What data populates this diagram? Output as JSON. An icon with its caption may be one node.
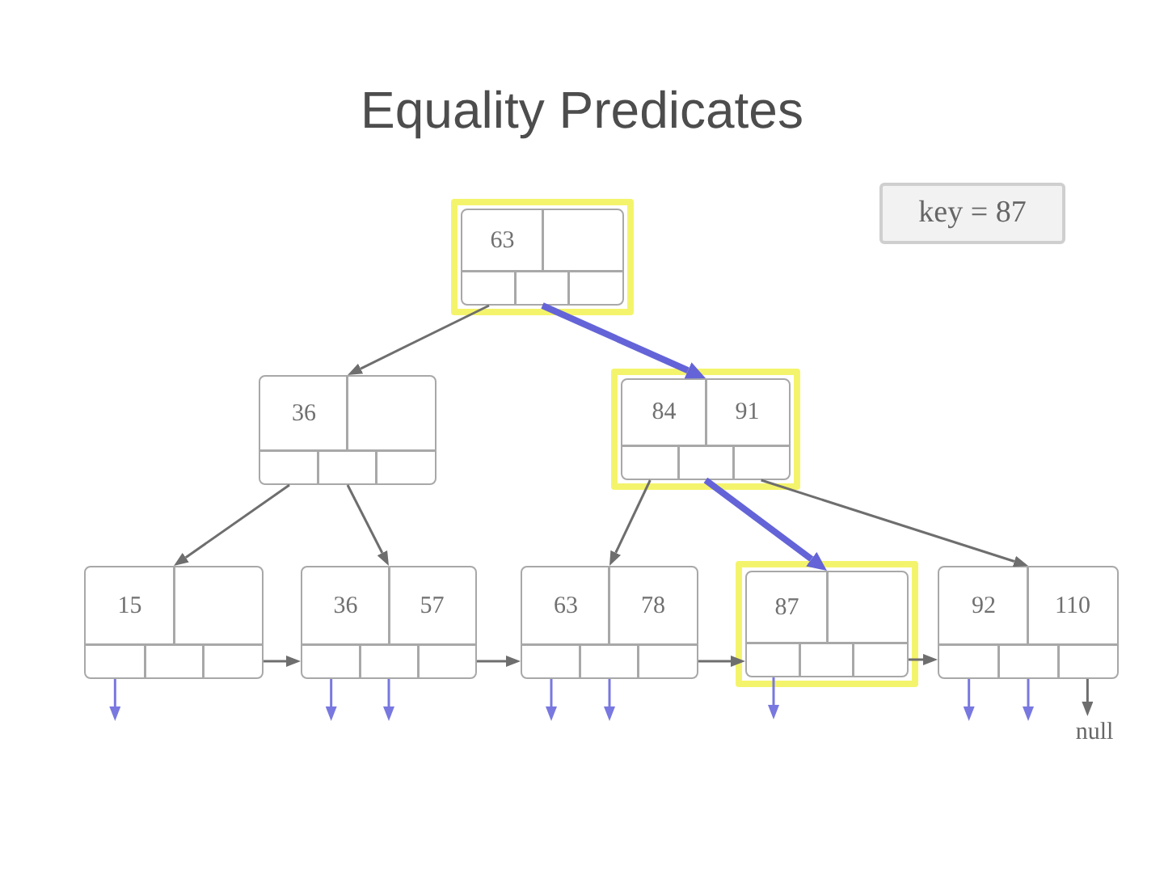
{
  "diagram": {
    "title": "Equality Predicates",
    "nodes": [
      {
        "text": [],
        "shape": "box"
      },
      {
        "text": [
          "63"
        ],
        "in": 0
      },
      {
        "text": [
          "key = 87"
        ]
      },
      {
        "text": [
          "36"
        ]
      },
      {
        "text": [],
        "shape": "box"
      },
      {
        "text": [
          "84",
          "91"
        ],
        "in": 4
      },
      {
        "text": [
          "15"
        ]
      },
      {
        "text": [
          "36",
          "57"
        ]
      },
      {
        "text": [
          "63",
          "78"
        ]
      },
      {
        "text": [],
        "shape": "box"
      },
      {
        "text": [
          "87"
        ],
        "in": 9
      },
      {
        "text": [
          "92",
          "110"
        ]
      },
      {
        "text": [
          "null"
        ]
      }
    ],
    "edges": [
      {
        "from": 1,
        "to": 3,
        "arrow": "to"
      },
      {
        "from": 1,
        "to": 5,
        "arrow": "to",
        "style": "thick",
        "color": "#6464d8"
      },
      {
        "from": 3,
        "to": 6,
        "arrow": "to"
      },
      {
        "from": 3,
        "to": 7,
        "arrow": "to"
      },
      {
        "from": 5,
        "to": 8,
        "arrow": "to"
      },
      {
        "from": 5,
        "to": 10,
        "arrow": "to",
        "style": "thick",
        "color": "#6464d8"
      },
      {
        "from": 5,
        "to": 11,
        "arrow": "to"
      },
      {
        "from": 6,
        "to": 7,
        "arrow": "to"
      },
      {
        "from": 7,
        "to": 8,
        "arrow": "to"
      },
      {
        "from": 8,
        "to": 10,
        "arrow": "to"
      },
      {
        "from": 10,
        "to": 11,
        "arrow": "to"
      },
      {
        "from": 6,
        "to": null,
        "arrow": "to",
        "color": "#7878e0"
      },
      {
        "from": 7,
        "to": null,
        "arrow": "to",
        "color": "#7878e0"
      },
      {
        "from": 7,
        "to": null,
        "arrow": "to",
        "color": "#7878e0"
      },
      {
        "from": 8,
        "to": null,
        "arrow": "to",
        "color": "#7878e0"
      },
      {
        "from": 8,
        "to": null,
        "arrow": "to",
        "color": "#7878e0"
      },
      {
        "from": 10,
        "to": null,
        "arrow": "to",
        "color": "#7878e0"
      },
      {
        "from": 11,
        "to": null,
        "arrow": "to",
        "color": "#7878e0"
      },
      {
        "from": 11,
        "to": null,
        "arrow": "to",
        "color": "#7878e0"
      },
      {
        "from": 11,
        "to": 12,
        "arrow": "to"
      }
    ]
  }
}
